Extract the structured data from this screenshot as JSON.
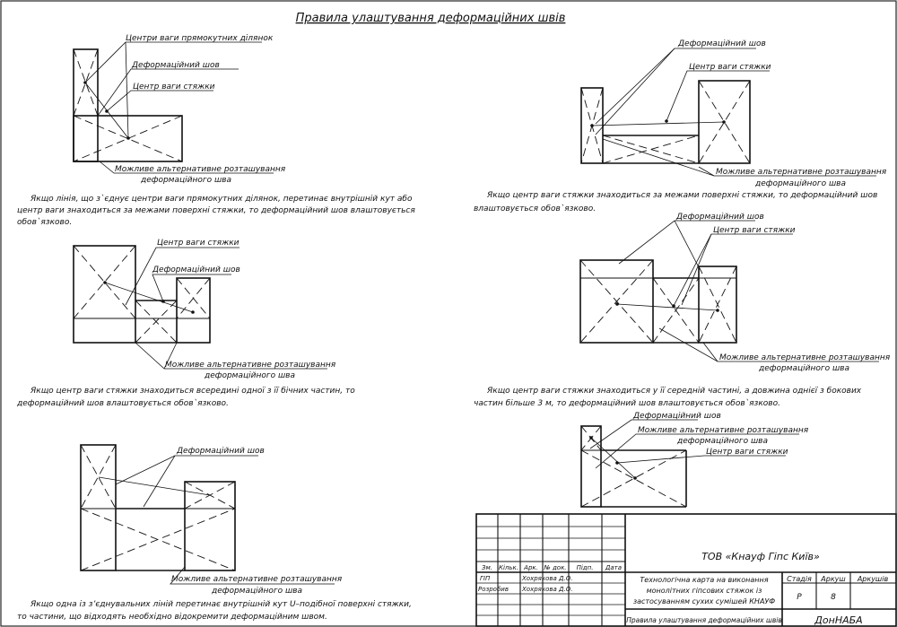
{
  "title": "Правила улаштування деформаційних швів",
  "labels": {
    "centers_rect": "Центри ваги прямокутних ділянок",
    "joint": "Деформаційний шов",
    "screed_center": "Центр ваги стяжки",
    "alt_1": "Можливе альтернативне розташування",
    "alt_2": "деформаційного шва"
  },
  "captions": {
    "d1": [
      "Якщо лінія, що з`єднує центри ваги прямокутних ділянок, перетинає внутрішній кут або",
      "центр ваги знаходиться за межами поверхні стяжки, то деформаційний шов влаштовується",
      "обов`язково."
    ],
    "d2": [
      "Якщо центр ваги стяжки знаходиться за межами поверхні стяжки, то деформаційний шов",
      "влаштовується обов`язково."
    ],
    "d3": [
      "Якщо центр ваги стяжки знаходиться всередині одної з її бічних частин, то",
      "деформаційний шов влаштовується обов`язково."
    ],
    "d4": [
      "Якщо центр ваги стяжки знаходиться у її середній частині, а довжина однієї з бокових",
      "частин більше 3 м, то деформаційний шов влаштовується обов`язково."
    ],
    "d5": [
      "Якщо одна із з’єднувальних ліній перетинає внутрішній кут U–подібної поверхні стяжки,",
      "то частини, що відходять необхідно відокремити деформаційним швом."
    ]
  },
  "stamp": {
    "company": "ТОВ «Кнауф Гіпс Київ»",
    "headers": [
      "Зм.",
      "Кільк.",
      "Арк.",
      "№ док.",
      "Підп.",
      "Дата"
    ],
    "gip": "ГІП",
    "gip_name": "Хохрякова Д.О.",
    "developer": "Розробив",
    "dev_name": "Хохрякова Д.О.",
    "doc_title": [
      "Технологічна карта на виконання",
      "монолітних гіпсових стяжок із",
      "застосуванням сухих сумішей КНАУФ"
    ],
    "stage_label": "Стадія",
    "sheet_label": "Аркуш",
    "sheets_label": "Аркушів",
    "stage_value": "Р",
    "sheet_value": "8",
    "sheet_name": "Правила улаштування деформаційних швів",
    "org": "ДонНАБА"
  }
}
